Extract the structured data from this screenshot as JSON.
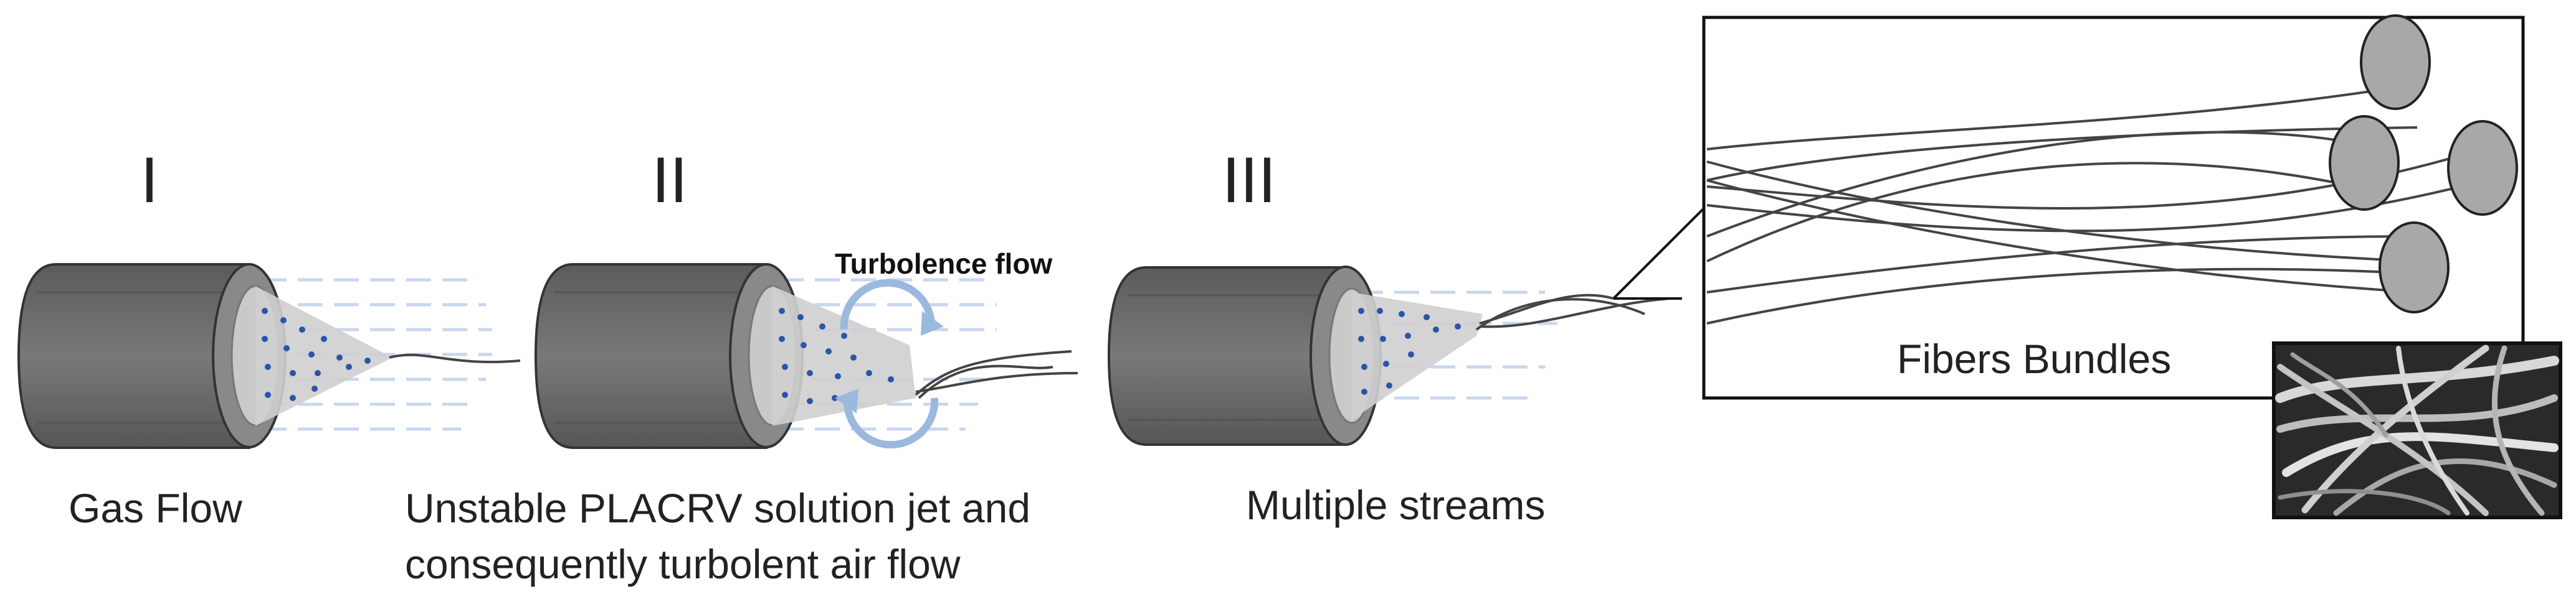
{
  "stages": [
    {
      "roman": "I",
      "caption": "Gas Flow"
    },
    {
      "roman": "II",
      "caption_line1": "Unstable PLACRV solution jet and",
      "caption_line2": "consequently turbolent air flow",
      "annotation": "Turbolence flow"
    },
    {
      "roman": "III",
      "caption": "Multiple streams"
    }
  ],
  "inset": {
    "label": "Fibers Bundles"
  },
  "colors": {
    "nozzle_dark": "#6f6d6d",
    "nozzle_face": "#8a8888",
    "nozzle_inner": "#c9c9c9",
    "droplet": "#2a55a8",
    "gas_lines": "#c9d6ee",
    "turbulence": "#9bb8df",
    "fiber_end": "#a9a7a7"
  }
}
